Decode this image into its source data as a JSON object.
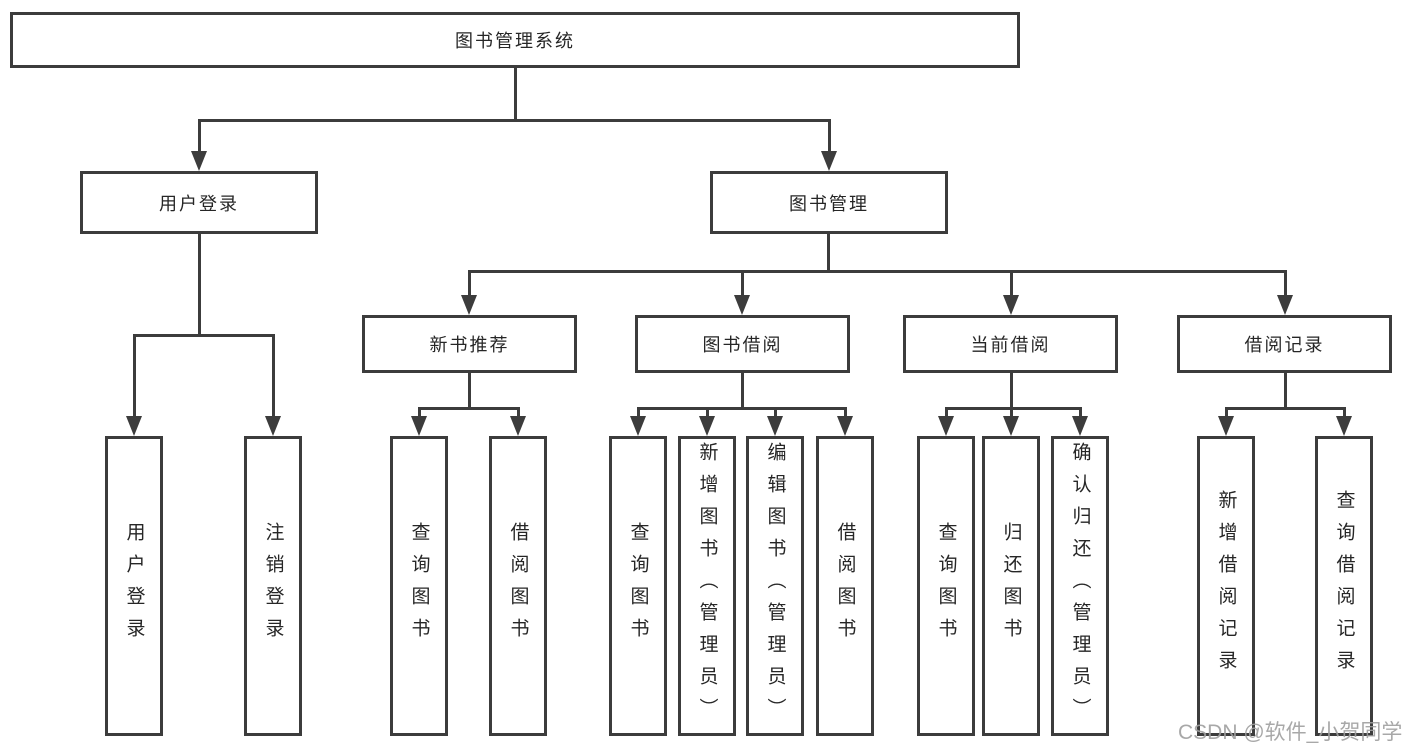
{
  "diagram": {
    "root": {
      "label": "图书管理系统"
    },
    "level2": [
      {
        "label": "用户登录"
      },
      {
        "label": "图书管理"
      }
    ],
    "level3": [
      {
        "label": "新书推荐"
      },
      {
        "label": "图书借阅"
      },
      {
        "label": "当前借阅"
      },
      {
        "label": "借阅记录"
      }
    ],
    "leaves": [
      {
        "label": "用户登录"
      },
      {
        "label": "注销登录"
      },
      {
        "label": "查询图书"
      },
      {
        "label": "借阅图书"
      },
      {
        "label": "查询图书"
      },
      {
        "label": "新增图书（管理员）"
      },
      {
        "label": "编辑图书（管理员）"
      },
      {
        "label": "借阅图书"
      },
      {
        "label": "查询图书"
      },
      {
        "label": "归还图书"
      },
      {
        "label": "确认归还（管理员）"
      },
      {
        "label": "新增借阅记录"
      },
      {
        "label": "查询借阅记录"
      }
    ],
    "watermark": "CSDN @软件_小贺同学",
    "colors": {
      "line": "#3c3c3c",
      "text": "#262626",
      "watermark": "#9e9e9e",
      "background": "#ffffff"
    }
  }
}
